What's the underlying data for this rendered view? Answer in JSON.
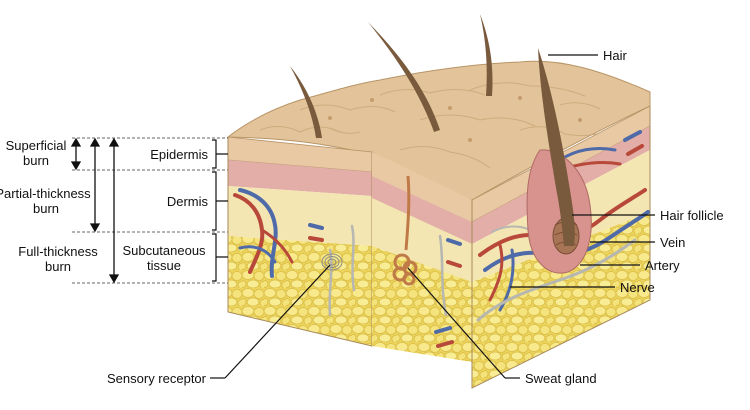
{
  "burns": {
    "superficial": [
      "Superficial",
      "burn"
    ],
    "partial": [
      "Partial-thickness",
      "burn"
    ],
    "full": [
      "Full-thickness",
      "burn"
    ]
  },
  "layers": {
    "epidermis": "Epidermis",
    "dermis": "Dermis",
    "subcutaneous": [
      "Subcutaneous",
      "tissue"
    ]
  },
  "structures": {
    "hair": "Hair",
    "hair_follicle": "Hair follicle",
    "vein": "Vein",
    "artery": "Artery",
    "nerve": "Nerve",
    "sensory_receptor": "Sensory receptor",
    "sweat_gland": "Sweat gland"
  },
  "colors": {
    "epidermis_top": "#e3c49a",
    "epidermis_side": "#e8c9a3",
    "dermis_band": "#e4b5b0",
    "dermis": "#f3e6b2",
    "fat": "#f1df6c",
    "artery": "#b8493a",
    "vein": "#4f6aa8",
    "nerve": "#b7b7b2",
    "hair": "#7a5a3c",
    "line": "#222222"
  }
}
